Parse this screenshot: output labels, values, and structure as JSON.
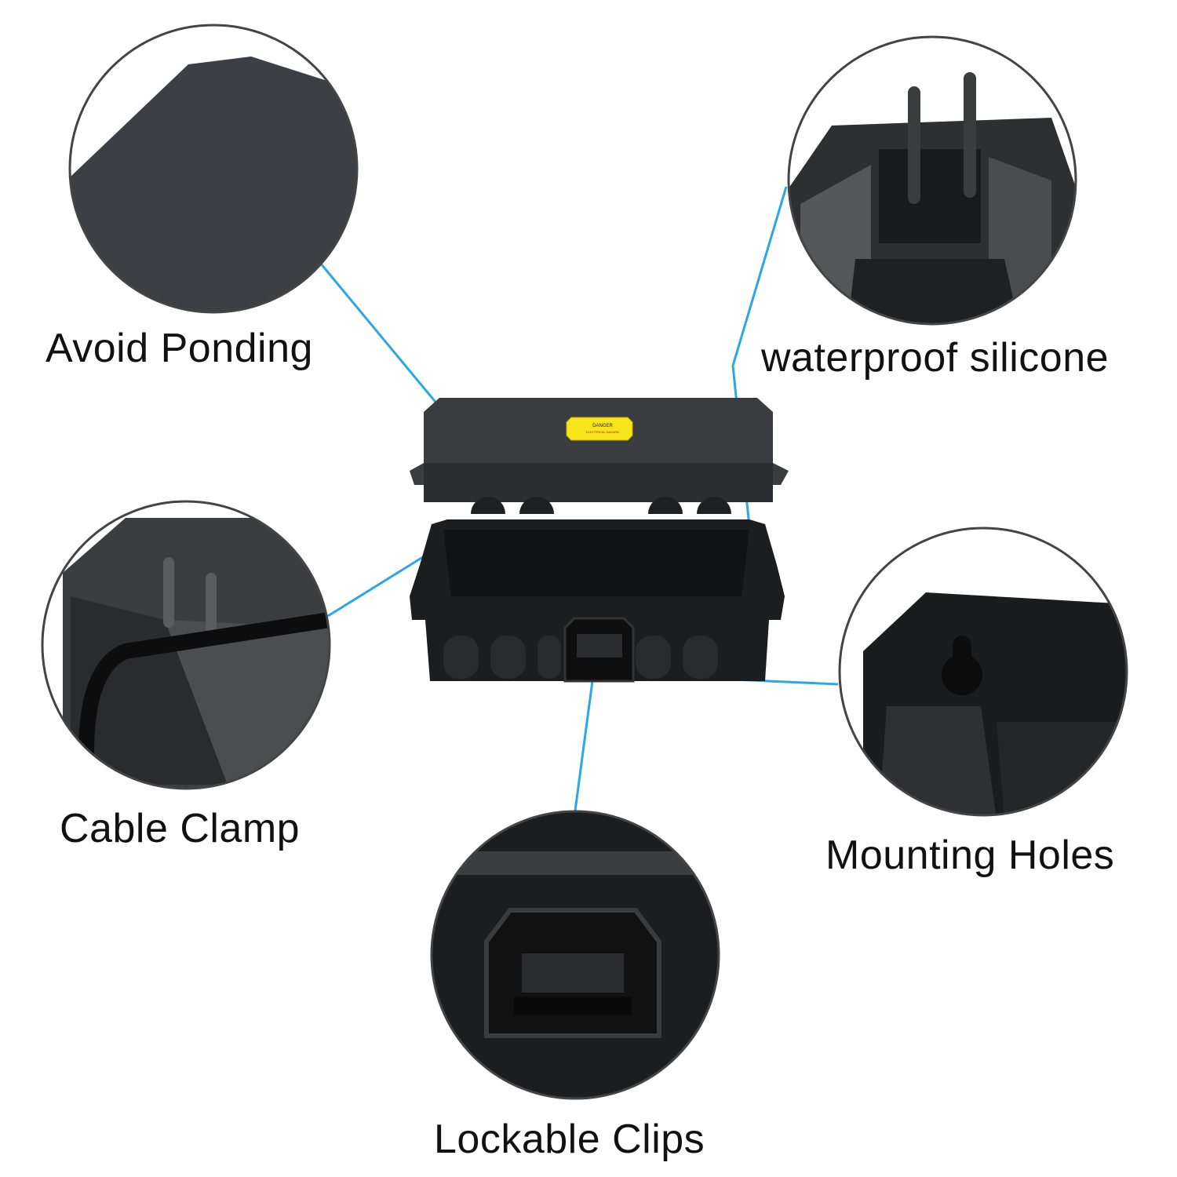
{
  "labels": {
    "avoid_ponding": "Avoid Ponding",
    "waterproof_silicone": "waterproof silicone",
    "cable_clamp": "Cable Clamp",
    "mounting_holes": "Mounting Holes",
    "lockable_clips": "Lockable Clips"
  },
  "sticker": {
    "title": "DANGER",
    "subtitle": "ELECTRICAL HAZARD"
  },
  "colors": {
    "leader_line": "#2ba6e8",
    "box": "#1c1d1f",
    "lid": "#3a3c40",
    "sticker": "#f5e51a"
  }
}
